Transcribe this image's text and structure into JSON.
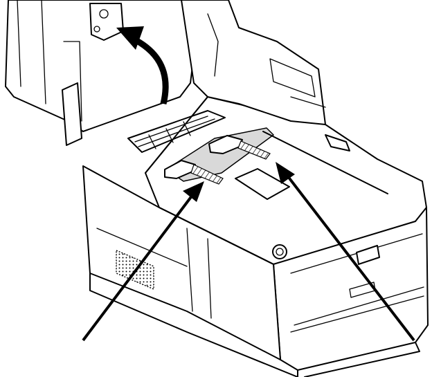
{
  "figure": {
    "subject": "printer-with-open-top-cover",
    "colors": {
      "line": "#000000",
      "background": "#ffffff",
      "highlight": "#d9d9d9"
    },
    "callouts": [
      {
        "id": "left-guide",
        "icon": "arrow-icon"
      },
      {
        "id": "right-guide",
        "icon": "arrow-icon"
      }
    ],
    "motion": {
      "icon": "curved-arrow-icon",
      "meaning": "open-cover"
    }
  }
}
